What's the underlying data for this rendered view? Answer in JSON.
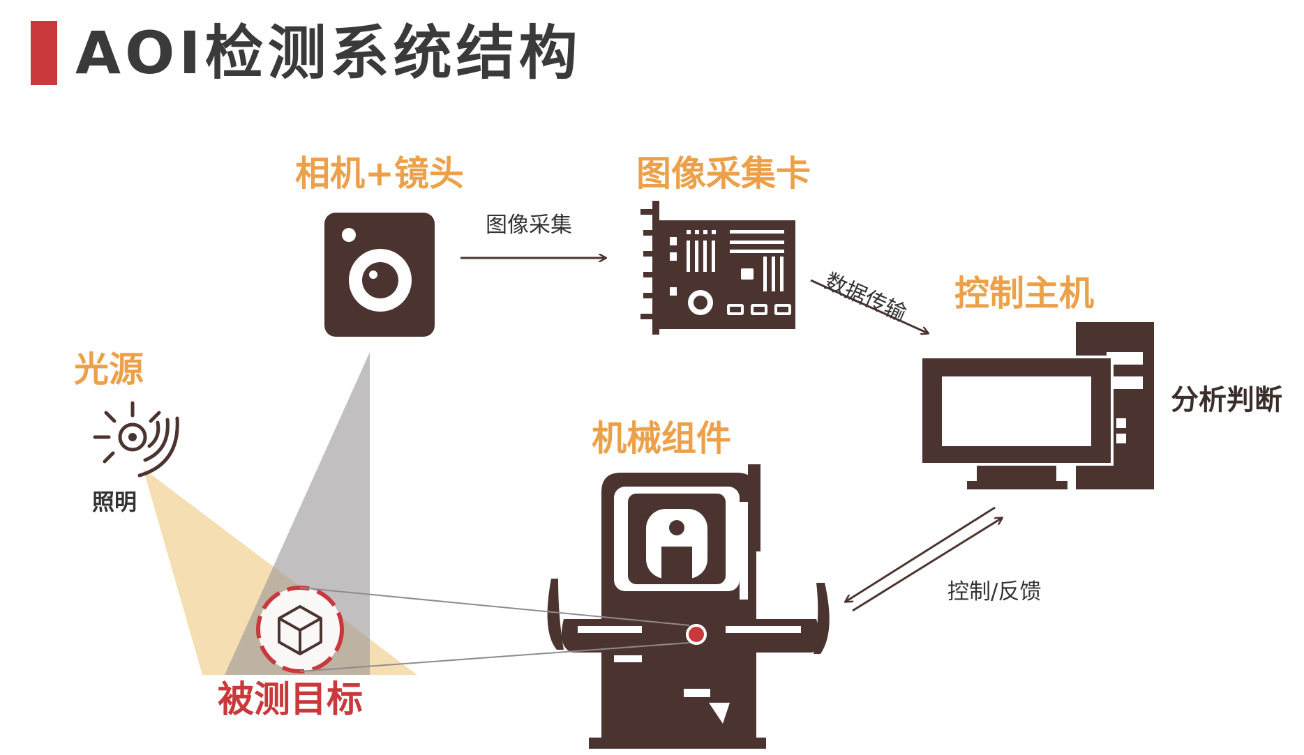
{
  "title": "AOI检测系统结构",
  "colors": {
    "accent_red": "#c9383b",
    "label_orange": "#eba049",
    "icon_brown": "#4b3430",
    "text_dark": "#3a2e2a",
    "light_beam": "#f3d9a4",
    "camera_beam": "#9a9498"
  },
  "nodes": {
    "camera": {
      "label": "相机+镜头",
      "icon": "camera-icon"
    },
    "capture_card": {
      "label": "图像采集卡",
      "icon": "circuit-board-icon"
    },
    "host": {
      "label": "控制主机",
      "icon": "desktop-computer-icon"
    },
    "light": {
      "label": "光源",
      "sub": "照明",
      "icon": "light-bulb-icon"
    },
    "mechanical": {
      "label": "机械组件",
      "icon": "machine-icon"
    },
    "target": {
      "label": "被测目标",
      "icon": "cube-icon"
    },
    "analysis": {
      "label": "分析判断"
    }
  },
  "edges": {
    "capture": "图像采集",
    "transfer": "数据传输",
    "control": "控制/反馈"
  }
}
